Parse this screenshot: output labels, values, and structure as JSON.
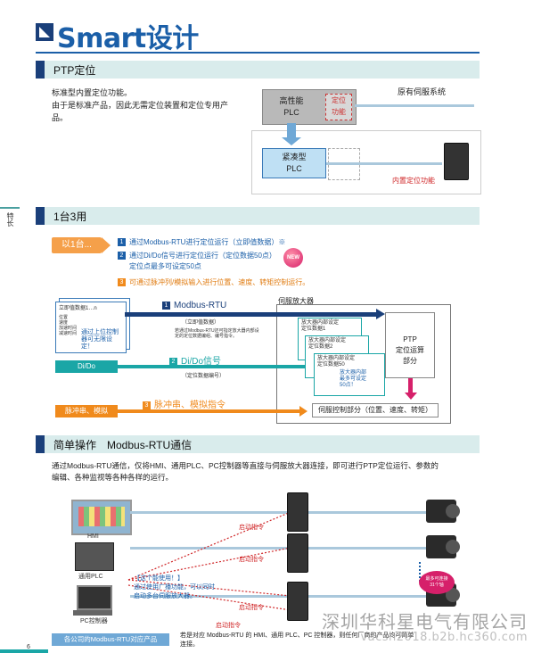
{
  "header": {
    "title": "Smart设计"
  },
  "side_tab": {
    "label": "特长"
  },
  "page_number": "6",
  "section1": {
    "heading": "PTP定位",
    "desc_line1": "标准型内置定位功能。",
    "desc_line2": "由于是标准产品，因此无需定位装置和定位专用产",
    "desc_line3": "品。",
    "box_high_plc": "高性能\nPLC",
    "box_pos_func": "定位\n功能",
    "label_original_servo": "原有伺服系统",
    "box_compact_plc": "紧凑型\nPLC",
    "label_builtin": "内置定位功能"
  },
  "section2": {
    "heading": "1台3用",
    "badge": "以1台...",
    "items": [
      {
        "num": "1",
        "text": "通过Modbus-RTU进行定位运行（立即值数据）※"
      },
      {
        "num": "2",
        "text": "通过Di/Do信号进行定位运行（定位数据50点）",
        "text2": "定位点最多可设定50点"
      },
      {
        "num": "3",
        "text": "可通过脉冲列/模拟输入进行位置、速度、转矩控制运行。"
      }
    ],
    "new_badge": "NEW",
    "servo_amp_label": "伺服放大器",
    "immediate_doc_title": "立即值数据1…n",
    "immediate_doc_lines": [
      "位置",
      "速度",
      "加速时间",
      "减速时间"
    ],
    "immediate_doc_note": "通过上位控制器可无限设定！",
    "di_do_label": "Di/Do",
    "pulse_label": "脉冲串、模拟",
    "channel1_num": "1",
    "channel1": "Modbus-RTU",
    "channel1_sub": "（立即值数据）",
    "channel1_note": "若通过Modbus-RTU还可指定放大器内部设定的定位数据编组、编号指令。",
    "channel2_num": "2",
    "channel2": "Di/Do信号",
    "channel2_sub": "（定位数据编号）",
    "channel3_num": "3",
    "channel3": "脉冲串、模拟指令",
    "amp_doc1": "放大器内部设定\n定位数据1",
    "amp_doc2": "放大器内部设定\n定位数据2",
    "amp_doc3": "放大器内部设定\n定位数据50",
    "amp_doc3_note": "放大器内部\n最多可设定\n50点！",
    "ptp_box": "PTP\n定位运算\n部分",
    "servo_ctrl_box": "伺服控制部分（位置、速度、转矩）"
  },
  "section3": {
    "heading": "简单操作　Modbus-RTU通信",
    "desc_line1": "通过Modbus-RTU通信，仅将HMI、通用PLC、PC控制器等直接与伺服放大器连接，即可进行PTP定位运行、参数的",
    "desc_line2": "编辑、各种监视等各种各样的运行。",
    "label_hmi": "HMI",
    "label_plc": "通用PLC",
    "label_pc": "PC控制器",
    "start_cmd1": "启动指令",
    "start_cmd2": "启动指令",
    "start_cmd3": "启动指令",
    "start_cmd4": "启动指令",
    "useful_title": "【这个能使用！】",
    "useful_line1": "通过使用广播功能，可以同时",
    "useful_line2": "启动多台伺服放大器。",
    "max_axes": "最多可连接\n31个轴",
    "bottom_bar": "各公司的Modbus-RTU对应产品",
    "bottom_note1": "若是对应 Modbus-RTU 的 HMI、通用 PLC、PC 控制器，则任何厂商的产品均可简单",
    "bottom_note2": "连接。"
  },
  "watermark": {
    "line1": "深圳华科星电气有限公司",
    "line2": "vacsh2018.b2b.hc360.com"
  },
  "colors": {
    "brand_blue": "#1b5fa8",
    "dark_navy": "#1a3f7a",
    "section_bg": "#d9ecec",
    "accent_red": "#d0282a",
    "accent_orange": "#f08a1c",
    "teal": "#1aa6a6"
  }
}
